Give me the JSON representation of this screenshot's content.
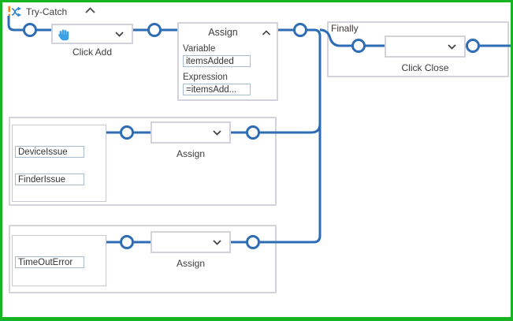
{
  "header": {
    "title": "Try-Catch"
  },
  "try_flow": {
    "click_add": {
      "caption": "Click Add"
    },
    "assign": {
      "title": "Assign",
      "variable_label": "Variable",
      "variable_value": "itemsAdded",
      "expression_label": "Expression",
      "expression_value": "=itemsAdd..."
    }
  },
  "catches": [
    {
      "exceptions": [
        "DeviceIssue",
        "FinderIssue"
      ],
      "action_caption": "Assign"
    },
    {
      "exceptions": [
        "TimeOutError"
      ],
      "action_caption": "Assign"
    }
  ],
  "finally": {
    "label": "Finally",
    "click_close_caption": "Click Close"
  },
  "colors": {
    "selection_border": "#15b422",
    "wire": "#2e6cb5",
    "hand_icon": "#3ba0e3",
    "error_icon": "#f07b05"
  }
}
